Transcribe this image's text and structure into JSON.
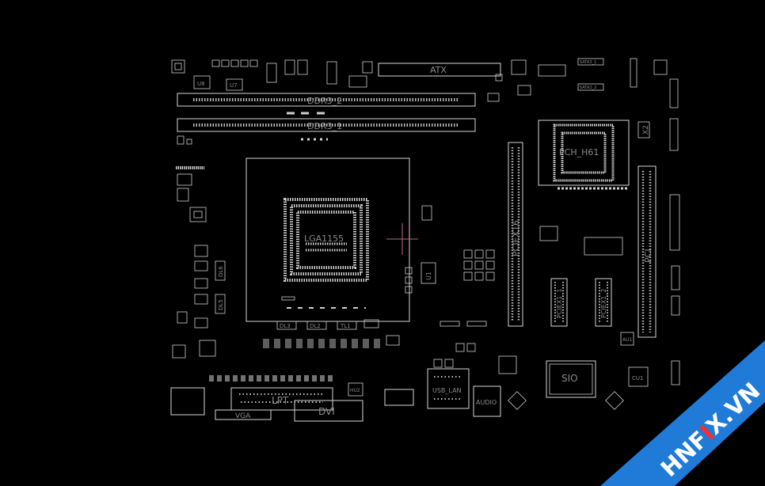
{
  "board": {
    "labels": {
      "atx": "ATX",
      "ddr3_2": "DDR3_2",
      "ddr3_1": "DDR3_1",
      "cpu_socket": "LGA1155",
      "pch": "PCH_H61",
      "pciex16": "PCIEX16",
      "pci": "PCI",
      "pciex1_1": "PCIEX1_1",
      "pciex1_2": "PCIEX1_2",
      "sio": "SIO",
      "lpt": "LPT",
      "vga": "VGA",
      "dvi": "DVI",
      "usb_lan": "USB_LAN",
      "audio": "AUDIO",
      "sata3_1": "SATA3_1",
      "sata3_2": "SATA3_2",
      "u8": "U8",
      "u7": "U7",
      "u1": "U1",
      "dl3": "DL3",
      "dl2": "DL2",
      "tl1": "TL1",
      "dl6": "DL6",
      "dl5": "DL5",
      "cu1": "CU1",
      "au1": "AU1",
      "hu2": "HU2",
      "x2": "X2"
    },
    "colors": {
      "silkscreen": "#d6d6d6",
      "label": "#8a8a8a",
      "background": "#000000"
    }
  },
  "watermark": {
    "text_before": "HNF",
    "text_x": "I",
    "text_after": "X.VN",
    "colors": {
      "band": "#1f7ad8",
      "x": "#ff2a2a",
      "text": "#ffffff"
    }
  }
}
